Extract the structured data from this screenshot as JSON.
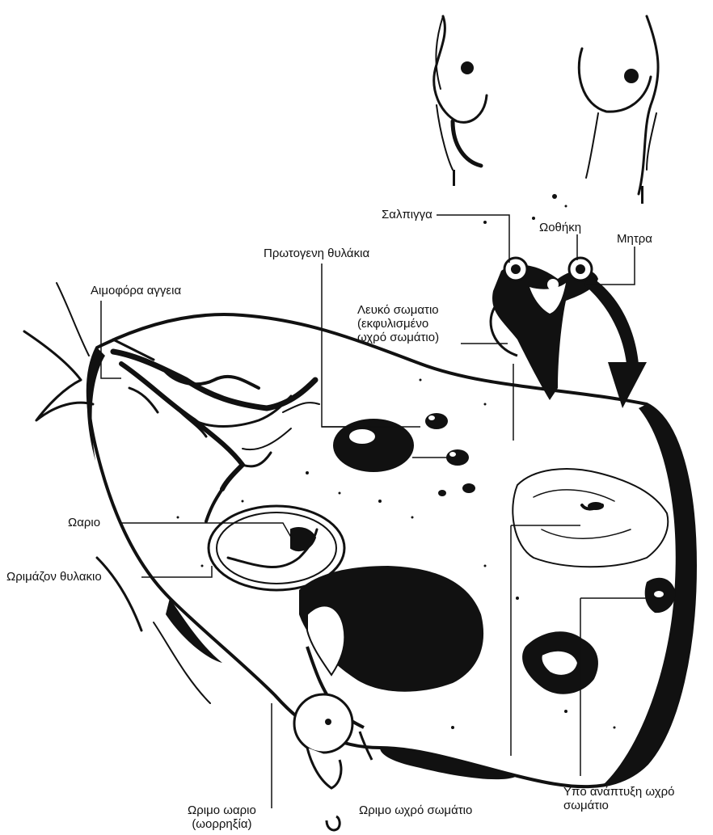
{
  "labels": {
    "salpiga": "Σαλπιγγα",
    "oothiki": "Ωοθήκη",
    "mitra": "Μητρα",
    "protogeni": "Πρωτογενη θυλάκια",
    "aimofora": "Αιμοφόρα αγγεια",
    "leuko": {
      "line1": "Λευκό σωματιο",
      "line2": "(εκφυλισμένο",
      "line3": "ωχρό σωμάτιο)"
    },
    "oario": "Ωαριο",
    "orimazon": "Ωριμάζον θυλακιο",
    "orimo_oario": {
      "line1": "Ωριμο ωαριο",
      "line2": "(ωορρηξία)"
    },
    "orimo_ochro": "Ωριμο ωχρό σωμάτιο",
    "ypo_anaptyxi": {
      "line1": "Υπό ανάπτυξη ωχρό",
      "line2": "σωμάτιο"
    }
  },
  "colors": {
    "ink": "#111111",
    "paper": "#ffffff"
  }
}
